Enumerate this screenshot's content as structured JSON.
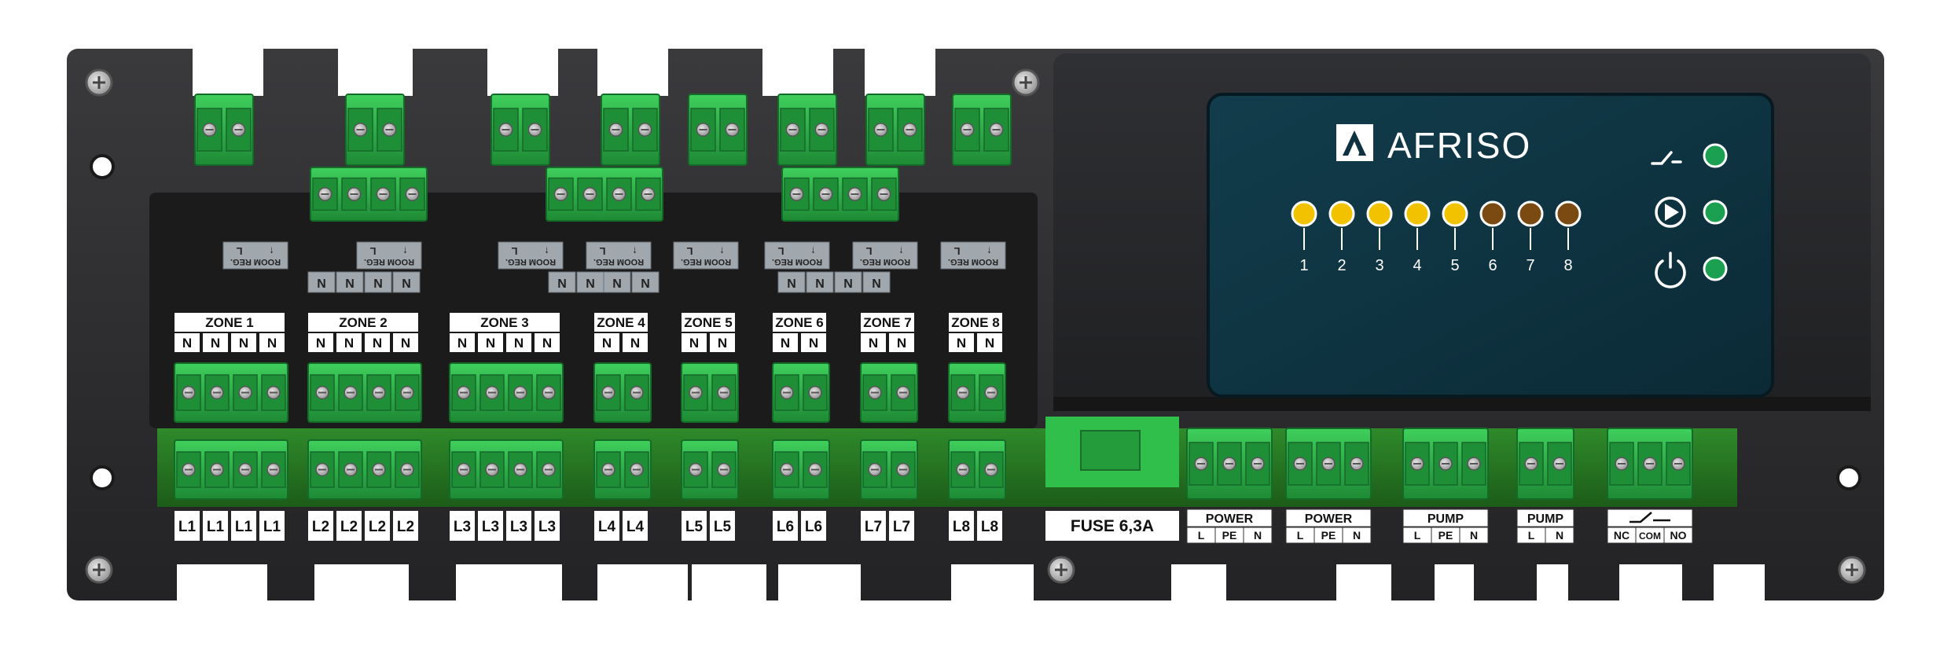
{
  "brand": {
    "name": "AFRISO",
    "logo_icon": "afriso-logo-icon"
  },
  "zones": [
    {
      "label": "ZONE 1",
      "n_terminals": [
        "N",
        "N",
        "N",
        "N"
      ],
      "l_terminals": [
        "L1",
        "L1",
        "L1",
        "L1"
      ],
      "room_reg": "ROOM REG.",
      "room_reg_pins": [
        "L",
        "↑"
      ],
      "extra_n": []
    },
    {
      "label": "ZONE 2",
      "n_terminals": [
        "N",
        "N",
        "N",
        "N"
      ],
      "l_terminals": [
        "L2",
        "L2",
        "L2",
        "L2"
      ],
      "room_reg": "ROOM REG.",
      "room_reg_pins": [
        "L",
        "↑"
      ],
      "extra_n": [
        "N",
        "N",
        "N",
        "N"
      ]
    },
    {
      "label": "ZONE 3",
      "n_terminals": [
        "N",
        "N",
        "N",
        "N"
      ],
      "l_terminals": [
        "L3",
        "L3",
        "L3",
        "L3"
      ],
      "room_reg": "ROOM REG.",
      "room_reg_pins": [
        "L",
        "↑"
      ],
      "extra_n": [
        "N",
        "N"
      ]
    },
    {
      "label": "ZONE 4",
      "n_terminals": [
        "N",
        "N"
      ],
      "l_terminals": [
        "L4",
        "L4"
      ],
      "room_reg": "ROOM REG.",
      "room_reg_pins": [
        "L",
        "↑"
      ],
      "extra_n": [
        "N",
        "N"
      ]
    },
    {
      "label": "ZONE 5",
      "n_terminals": [
        "N",
        "N"
      ],
      "l_terminals": [
        "L5",
        "L5"
      ],
      "room_reg": "ROOM REG.",
      "room_reg_pins": [
        "L",
        "↑"
      ],
      "extra_n": []
    },
    {
      "label": "ZONE 6",
      "n_terminals": [
        "N",
        "N"
      ],
      "l_terminals": [
        "L6",
        "L6"
      ],
      "room_reg": "ROOM REG.",
      "room_reg_pins": [
        "L",
        "↑"
      ],
      "extra_n": [
        "N",
        "N",
        "N",
        "N"
      ]
    },
    {
      "label": "ZONE 7",
      "n_terminals": [
        "N",
        "N"
      ],
      "l_terminals": [
        "L7",
        "L7"
      ],
      "room_reg": "ROOM REG.",
      "room_reg_pins": [
        "L",
        "↑"
      ],
      "extra_n": []
    },
    {
      "label": "ZONE 8",
      "n_terminals": [
        "N",
        "N"
      ],
      "l_terminals": [
        "L8",
        "L8"
      ],
      "room_reg": "ROOM REG.",
      "room_reg_pins": [
        "L",
        "↑"
      ],
      "extra_n": []
    }
  ],
  "fuse": {
    "label": "FUSE 6,3A"
  },
  "bottom_blocks": [
    {
      "title": "POWER",
      "pins": [
        "L",
        "PE",
        "N"
      ]
    },
    {
      "title": "POWER",
      "pins": [
        "L",
        "PE",
        "N"
      ]
    },
    {
      "title": "PUMP",
      "pins": [
        "L",
        "PE",
        "N"
      ]
    },
    {
      "title": "PUMP",
      "pins": [
        "L",
        "N"
      ]
    },
    {
      "title": "",
      "pins": [
        "NC",
        "COM",
        "NO"
      ],
      "icon": "relay-switch-icon"
    }
  ],
  "leds": {
    "zone_numbers": [
      "1",
      "2",
      "3",
      "4",
      "5",
      "6",
      "7",
      "8"
    ],
    "states": [
      "on",
      "on",
      "on",
      "on",
      "on",
      "off",
      "off",
      "off"
    ],
    "on_color": "#f2c200",
    "off_color": "#7a4a12"
  },
  "status_indicators": [
    {
      "icon": "relay-switch-icon",
      "color": "#1aa050"
    },
    {
      "icon": "pump-icon",
      "color": "#1aa050"
    },
    {
      "icon": "power-icon",
      "color": "#1aa050"
    }
  ],
  "colors": {
    "housing": "#2b2b2d",
    "panel": "#0e3240",
    "terminal_green": "#2eaf4a"
  }
}
